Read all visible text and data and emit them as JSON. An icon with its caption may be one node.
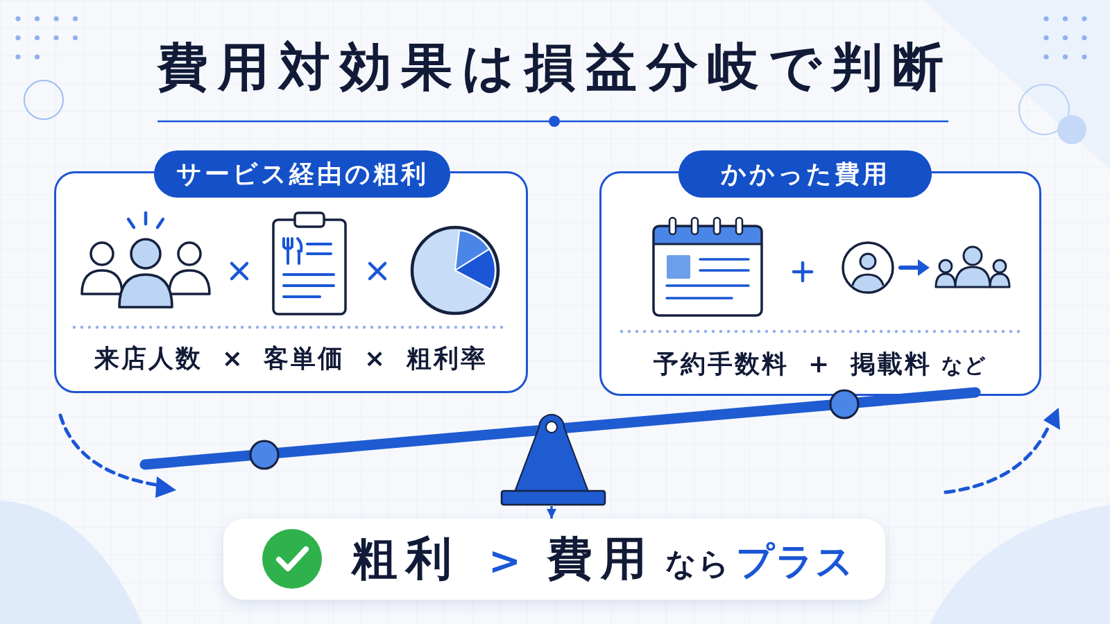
{
  "diagram": {
    "title": "費用対効果は損益分岐で判断",
    "nodes": [
      {
        "text": [
          "サービス経由の粗利",
          "来店人数 × 客単価 × 粗利率"
        ]
      },
      {
        "text": [
          "かかった費用",
          "予約手数料 + 掲載料",
          "など"
        ]
      },
      {
        "text": [],
        "shape": "picture"
      },
      {
        "text": [
          "粗利",
          ">",
          "費用",
          "なら",
          "プラス"
        ]
      }
    ],
    "edges": [
      {
        "from": 2,
        "to": 3,
        "arrow": "to"
      }
    ]
  }
}
